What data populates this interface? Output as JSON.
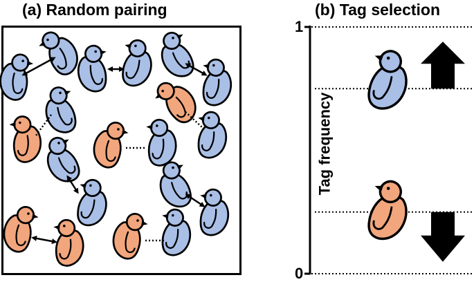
{
  "panels": {
    "a": {
      "title": "(a) Random pairing"
    },
    "b": {
      "title": "(b) Tag selection",
      "ylabel": "Tag frequency",
      "ticks": {
        "top": "1",
        "bottom": "0"
      },
      "levels": {
        "blue_tag": 0.75,
        "orange_tag": 0.25
      },
      "arrows": {
        "blue_tag": "up",
        "orange_tag": "down"
      }
    }
  },
  "colors": {
    "blue": "#a9bfe6",
    "orange": "#f2a67d",
    "outline": "#000000"
  },
  "icons": {
    "bird": "bird-icon",
    "pair_link": "double-arrow-icon",
    "no_link": "dotted-line-icon",
    "increase": "arrow-up-icon",
    "decrease": "arrow-down-icon"
  }
}
